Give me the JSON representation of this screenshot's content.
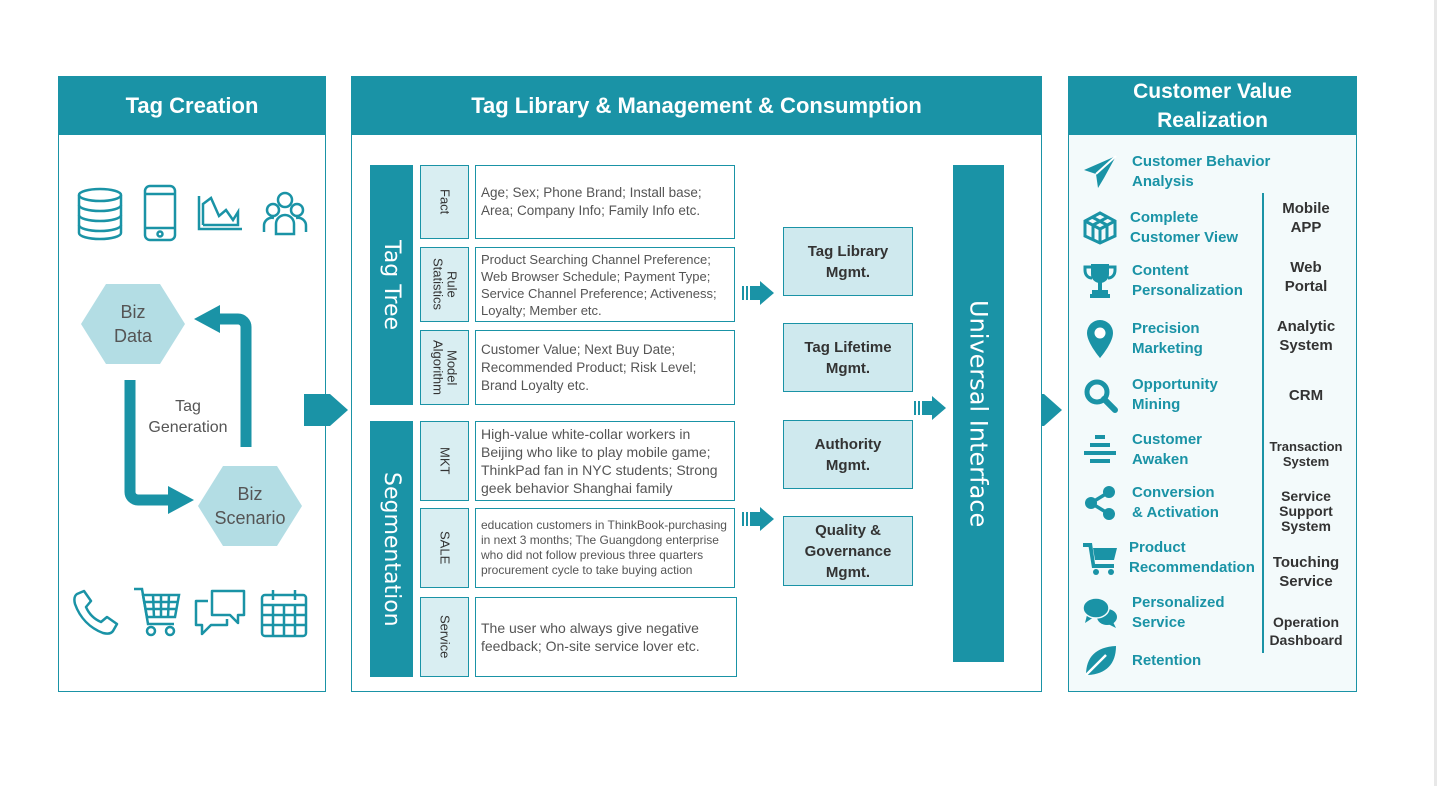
{
  "colors": {
    "accent": "#1a93a6",
    "light": "#cfe9ee",
    "hex": "#b3dde4"
  },
  "tag_creation": {
    "title": "Tag Creation",
    "biz_data": "Biz\nData",
    "biz_scenario": "Biz\nScenario",
    "tag_generation": "Tag\nGeneration",
    "top_icons": [
      "database-icon",
      "mobile-phone-icon",
      "area-chart-icon",
      "users-group-icon"
    ],
    "bottom_icons": [
      "telephone-icon",
      "shopping-cart-icon",
      "chat-bubbles-icon",
      "calendar-icon"
    ]
  },
  "tag_library": {
    "title": "Tag Library & Management & Consumption",
    "tag_tree": "Tag Tree",
    "segmentation": "Segmentation",
    "universal_interface": "Universal Interface",
    "tree_rows": [
      {
        "cat": "Fact",
        "desc": "Age; Sex; Phone Brand; Install base; Area; Company Info; Family Info etc."
      },
      {
        "cat": "Rule\nStatistics",
        "desc": "Product Searching Channel Preference; Web Browser Schedule; Payment Type; Service Channel Preference; Activeness; Loyalty; Member etc."
      },
      {
        "cat": "Model\nAlgorithm",
        "desc": "Customer Value; Next Buy Date; Recommended Product; Risk Level; Brand Loyalty etc."
      }
    ],
    "seg_rows": [
      {
        "cat": "MKT",
        "desc": "High-value white-collar workers in Beijing who like to play mobile game; ThinkPad fan in NYC students; Strong geek behavior Shanghai family"
      },
      {
        "cat": "SALE",
        "desc": "education customers in ThinkBook-purchasing in next 3 months; The Guangdong enterprise who did not follow previous three quarters procurement cycle to take buying action"
      },
      {
        "cat": "Service",
        "desc": "The user who always give negative feedback; On-site service lover etc."
      }
    ],
    "management": [
      "Tag Library\nMgmt.",
      "Tag Lifetime\nMgmt.",
      "Authority\nMgmt.",
      "Quality &\nGovernance\nMgmt."
    ]
  },
  "customer_value": {
    "title": "Customer Value\nRealization",
    "items": [
      {
        "icon": "paper-plane-icon",
        "label": "Customer Behavior\nAnalysis"
      },
      {
        "icon": "cube-icon",
        "label": "Complete\nCustomer View"
      },
      {
        "icon": "trophy-icon",
        "label": "Content\nPersonalization"
      },
      {
        "icon": "location-pin-icon",
        "label": "Precision\nMarketing"
      },
      {
        "icon": "magnifier-icon",
        "label": "Opportunity\nMining"
      },
      {
        "icon": "stack-lines-icon",
        "label": "Customer\nAwaken"
      },
      {
        "icon": "share-icon",
        "label": "Conversion\n& Activation"
      },
      {
        "icon": "cart-icon",
        "label": "Product\nRecommendation"
      },
      {
        "icon": "speech-bubbles-icon",
        "label": "Personalized\nService"
      },
      {
        "icon": "leaf-icon",
        "label": "Retention"
      }
    ],
    "systems": [
      "Mobile\nAPP",
      "Web\nPortal",
      "Analytic\nSystem",
      "CRM",
      "Transaction\nSystem",
      "Service\nSupport\nSystem",
      "Touching\nService",
      "Operation\nDashboard"
    ]
  }
}
